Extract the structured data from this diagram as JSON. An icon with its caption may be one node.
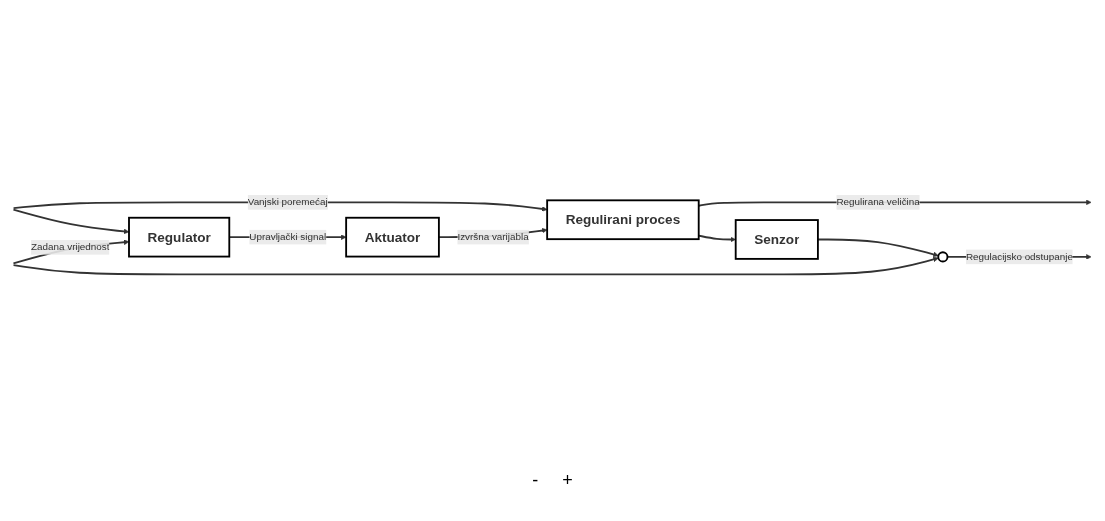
{
  "diagram": {
    "nodes": [
      {
        "text": [
          "Regulator"
        ]
      },
      {
        "text": [
          "Aktuator"
        ]
      },
      {
        "text": [
          "Regulirani proces"
        ]
      },
      {
        "text": [
          "Senzor"
        ]
      },
      {
        "text": [],
        "shape": "circle"
      }
    ],
    "edges": [
      {
        "from": null,
        "to": 2,
        "arrow": "to",
        "label": "Vanjski poremećaj"
      },
      {
        "from": null,
        "to": 0,
        "arrow": "to"
      },
      {
        "from": null,
        "to": 0,
        "arrow": "to",
        "label": "Zadana vrijednost"
      },
      {
        "from": null,
        "to": 4,
        "arrow": "to"
      },
      {
        "from": 0,
        "to": 1,
        "arrow": "to",
        "label": "Upravljački signal"
      },
      {
        "from": 1,
        "to": 2,
        "arrow": "to",
        "label": "Izvršna varijabla"
      },
      {
        "from": 2,
        "to": null,
        "arrow": "to",
        "label": "Regulirana veličina"
      },
      {
        "from": 2,
        "to": 3,
        "arrow": "to"
      },
      {
        "from": 3,
        "to": 4,
        "arrow": "to"
      },
      {
        "from": 4,
        "to": null,
        "arrow": "to",
        "label": "Regulacijsko odstupanje"
      }
    ],
    "labels": [
      "-",
      "+"
    ]
  }
}
